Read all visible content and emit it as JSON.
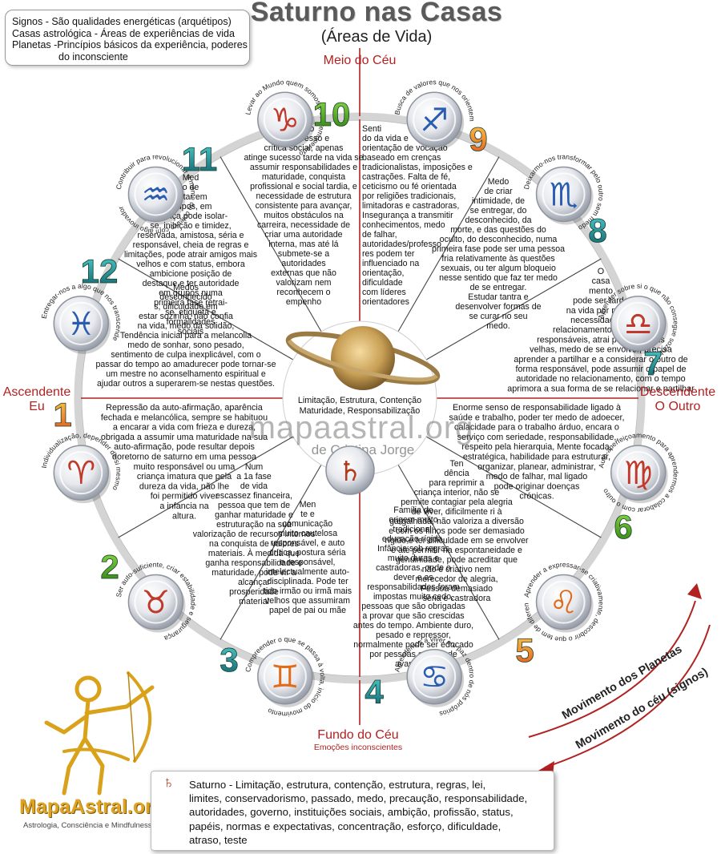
{
  "title": "Saturno nas Casas",
  "subtitle": "(Áreas de Vida)",
  "legend": [
    "Signos - São qualidades energéticas (arquétipos)",
    "Casas astrológica - Áreas de experiências de vida",
    "Planetas -Princípios básicos da experiência, poderes",
    "do inconsciente"
  ],
  "axes": {
    "mc": "Meio do Céu",
    "ic": "Fundo do Céu",
    "ic_sub": "Emoções inconscientes",
    "asc": "Ascendente",
    "asc_sub": "Eu",
    "desc": "Descendente",
    "desc_sub": "O Outro"
  },
  "center": {
    "text": [
      "Limitação, Estrutura, Contenção",
      "Maturidade, Responsabilização"
    ],
    "watermark": "mapaastral.org",
    "watermark_sub": "de Cristina Jorge"
  },
  "movement": {
    "planets": "Movimento dos Planetas",
    "sky": "Movimento do céu   (signos)"
  },
  "logo": {
    "name": "MapaAstral.org",
    "tagline": "Astrologia, Consciência e Mindfulness"
  },
  "summary": {
    "text": "Saturno  -   Limitação, estrutura, contenção, estrutura, regras, lei, limites, conservadorismo, passado, medo, precaução, responsabilidade, autoridades, governo, instituições sociais, ambição, profissão, status, papéis, normas e expectativas, concentração, esforço, dificuldade, atraso, teste",
    "lines": [
      "Saturno  -   Limitação, estrutura, contenção, estrutura, regras, lei,",
      "limites, conservadorismo, passado, medo, precaução, responsabilidade,",
      " autoridades, governo, instituições sociais, ambição, profissão, status,",
      "papéis, normas e expectativas, concentração, esforço, dificuldade,",
      "atraso, teste"
    ]
  },
  "houses": [
    {
      "number": "1",
      "sign": "Áries",
      "glyph": "♈",
      "sign_color": "#c0392b",
      "arc_text": "Individualização, depender de si mesmo",
      "lines": [
        "Repressão da auto-afirmação, aparência",
        "fechada e melancólica, sempre se habituou",
        "a encarar a vida com frieza e dureza,",
        "obrigada a assumir uma maturidade na sua",
        "auto-afirmação, pode resultar depois",
        "doretorno de saturno em uma pessoa",
        "muito responsável ou uma",
        "criança imatura que pela",
        "dureza da vida, não lhe",
        "foi permitido viver",
        "a infancia na",
        "altura."
      ]
    },
    {
      "number": "2",
      "sign": "Touro",
      "glyph": "♉",
      "sign_color": "#c0392b",
      "arc_text": "Ser auto-suficiente, criar estabilidade e segurança",
      "lines": [
        "Num",
        "a 1a fase",
        "de vida",
        "escassez financeira,",
        "pessoa que tem de",
        "ganhar maturidade e",
        "estruturação na sua",
        "valorização de recursos internos",
        "na conquista de valores",
        "materiais. À medida que",
        "ganha responsabilidade e",
        "maturidade, pode vir a",
        "alcançar",
        "prosperidade",
        "material"
      ]
    },
    {
      "number": "3",
      "sign": "Gémeos",
      "glyph": "♊",
      "sign_color": "#e26a1b",
      "arc_text": "Compreender o que se passa à volta, início do movimento",
      "lines": [
        "Men",
        "te e",
        "comunicação",
        "muito cautelosa",
        "responsável, e auto",
        "crítica, postura séria",
        "e responsável,",
        "intelectualmente auto-",
        "disciplinada. Pode ter",
        "tido irmão ou irmã mais",
        "velhos que assumiram",
        "papel de pai ou mãe"
      ]
    },
    {
      "number": "4",
      "sign": "Caranguejo",
      "glyph": "♋",
      "sign_color": "#2a5db0",
      "arc_text": "Aprendemos a viver em paz dentro de nós próprios",
      "lines": [
        "Família de",
        "origem muito",
        "tradicional,",
        "educação rígida.",
        "Infância sob regras",
        "muito duras e",
        "castradoras, onde o",
        "dever e as",
        "responsabilidades foram",
        "impostas muito cedo,",
        "pessoas que são obrigadas",
        "a provar que são crescidas",
        "antes do tempo. Ambiente duro,",
        "pesado e repressor,",
        "normalmente pode ser educado",
        "por pessoas com idade",
        "avançada"
      ]
    },
    {
      "number": "5",
      "sign": "Leão",
      "glyph": "♌",
      "sign_color": "#e26a1b",
      "arc_text": "Aprender a expressar-se criativamente, descobrir o que tem de diferente",
      "lines": [
        "Ten",
        "dência",
        "para reprimir a",
        "criança interior, não se",
        "permite contagiar pela alegria",
        "de viver, dificilmente ri à",
        "gargalhada, não valoriza a diversão",
        "e com os filhos pode ser demasiado",
        "rígido e ter dificuldade em se envolver",
        "e até permitir na espontaneidade e",
        "genuinidade, pode acreditar que",
        "não é criativo nem",
        "merecedor de alegria,",
        "Pessoa demasiado",
        "séria e castradora"
      ]
    },
    {
      "number": "6",
      "sign": "Virgem",
      "glyph": "♍",
      "sign_color": "#c0392b",
      "arc_text": "Auto-aperfeiçoamento para aprendermos a colaborar com o outro",
      "lines": [
        "Enorme senso de responsabilidade ligado à",
        "saúde e trabalho, poder ter medo de adoecer,",
        "calacidade para o trabalho árduo, encara o",
        "serviço com seriedade, responsabilidade,",
        "respeito  pela hierarquia, Mente focada,",
        "estratégica, habilidade para estruturar,",
        "organizar, planear, administrar,",
        "medo de falhar, mal ligado",
        "pode originar doenças",
        "crónicas."
      ]
    },
    {
      "number": "7",
      "sign": "Balança",
      "glyph": "♎",
      "sign_color": "#c0392b",
      "arc_text": "Aprender sobre si o que não consegue sozinho",
      "lines": [
        "O",
        "casa",
        "mento",
        "pode ser tarde",
        "na vida por medo,",
        "necessidade de",
        "relacionamentos sérios e",
        "responsáveis, atrai pessoas mais",
        "velhas, medo de se envolver, precisa",
        "aprender a partilhar e a considerar o outro de",
        "forma responsável, pode assumir o papel de",
        "autoridade no relacionamento, com o tempo",
        "aprimora a sua forma de se relacionar e partilhar"
      ]
    },
    {
      "number": "8",
      "sign": "Escorpião",
      "glyph": "♏",
      "sign_color": "#2a5db0",
      "arc_text": "Deixarmo-nos transformar pelo outro sem medo",
      "lines": [
        "Medo",
        "de criar",
        "intimidade, de",
        "se entregar, do",
        "desconhecido, da",
        "morte, e das questões do",
        "oculto, do desconhecido, numa",
        "primeira fase pode ser uma pessoa",
        "fria relativamente às questões",
        "sexuais, ou ter algum bloqueio",
        "nesse sentido que faz ter medo",
        "de se entregar.",
        "Estudar tantra e",
        "desenvolver formas de",
        "se curar no seu",
        "medo."
      ]
    },
    {
      "number": "9",
      "sign": "Sagitário",
      "glyph": "♐",
      "sign_color": "#2a5db0",
      "arc_text": "Busca de valores que nos orientem",
      "lines": [
        "Senti",
        "do da vida e",
        "orientação de vocação",
        "baseado em crenças",
        "tradicionalistas, imposições e",
        "castrações. Falta de fé,",
        "ceticismo ou fé orientada",
        "por religiões tradicionais,",
        "limitadoras e castradoras,",
        "Insegurança a transmitir",
        "conhecimentos, medo",
        "de falhar,",
        "autoridades/professo",
        "res podem ter",
        "influenciado na",
        "orientação,",
        "dificuldade",
        "com líderes",
        "orientadores"
      ]
    },
    {
      "number": "10",
      "sign": "Capricórnio",
      "glyph": "♑",
      "sign_color": "#c0392b",
      "arc_text": "Levar ao Mundo quem somos e ser remunerado",
      "lines": [
        "Medo",
        "do Sucesso e",
        "crítica social, apenas",
        "atinge sucesso tarde na vida se",
        "assumir responsabilidades e",
        "maturidade, conquista",
        "profissional e social tardia, e",
        "necessidade de estrutura",
        "consistente para avançar,",
        "muitos obstáculos na",
        "carreira, necessidade de",
        "criar uma autoridade",
        "interna, mas até lá",
        "submete-se a",
        "autoridades",
        "externas que não",
        "valorizam nem",
        "reconhecem o",
        "empenho"
      ]
    },
    {
      "number": "11",
      "sign": "Aquário",
      "glyph": "♒",
      "sign_color": "#2a5db0",
      "arc_text": "Contribuir para revolucionar a mente do coletivo com algo inovador",
      "lines": [
        "Med",
        "o de",
        "estar em",
        "grupos,  em",
        "criança pode isolar-",
        "se, inibição e timidez,",
        "reservada, amistosa, séria e",
        "responsável, cheia de regras e",
        "limitações, pode atrair amigos mais",
        "velhos e com status, embora",
        "ambicione posição de",
        "destaque e ter autoridade",
        "em grupos numa",
        "primeira fase retrai-",
        "se, etiqueta e",
        "formalidades",
        "sociais"
      ]
    },
    {
      "number": "12",
      "sign": "Peixes",
      "glyph": "♓",
      "sign_color": "#2a5db0",
      "arc_text": "Entregar-nos a algo que nos transcende",
      "lines": [
        "Medos",
        "desconhecido",
        "s, dificuldade em",
        "estar sozinha, não confia",
        "na vida, medo da solidão,",
        "Tendência inicial para a melancolia",
        "medo de sonhar, sono pesado,",
        "sentimento de culpa inexplicável, com o",
        "passar do tempo ao amadurecer pode tornar-se",
        "um mestre no aconselhamento espiritual e",
        "ajudar outros a superarem-se nestas questões."
      ]
    }
  ]
}
